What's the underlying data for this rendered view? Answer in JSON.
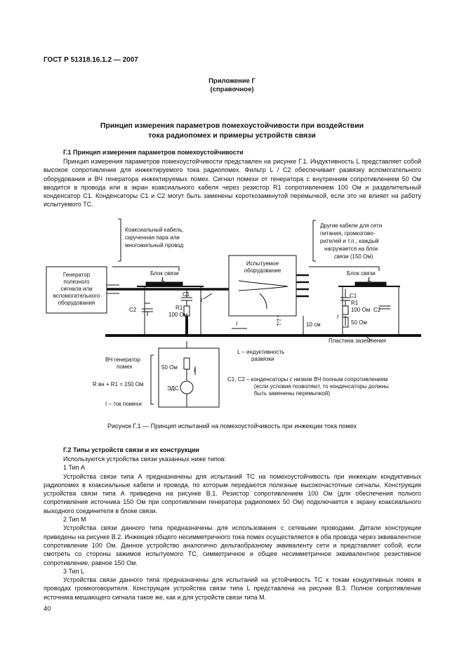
{
  "header": "ГОСТ Р 51318.16.1.2 — 2007",
  "appendix": {
    "title": "Приложение Г",
    "subtitle": "(справочное)"
  },
  "main_title": {
    "line1": "Принцип  измерения  параметров помехоустойчивости  при  воздействии",
    "line2": "тока  радиопомех  и  примеры  устройств связи"
  },
  "section1": {
    "heading": "Г.1 Принцип измерения  параметров  помехоустойчивости",
    "paragraph": "Принцип измерения  параметров  помехоустойчивости  представлен на рисунке Г.1. Индуктивность L представляет собой высокое сопротивление для инжектируемого  тока  радиопомех.  Фильтр L / C2 обеспечивает развязку вспомогательного оборудования и ВЧ генератора инжектируемых помех. Сигнал помехи от генератора с внутренним сопротивлением 50 Ом вводится в провода или в экран  коаксиального кабеля  через  резистор R1 сопротивлением   100 Ом и разделительный конденсатор С1.  Конденсаторы С1 и С2 могут быть заменены короткозамкнутой перемычкой, если это не влияет на работу испытуемого ТС."
  },
  "figure": {
    "labels": {
      "cable": [
        "Коаксиальный кабель,",
        "скрученная пара или",
        "многожильный провод"
      ],
      "other_cables": [
        "Другие кабели для сети",
        "питания, громкогово-",
        "рителей и т.п., каждый",
        "нагружается на блок",
        "связи (150 Ом)"
      ],
      "generator": [
        "Генератор",
        "полезного",
        "сигнала или",
        "вспомогательного",
        "оборудования"
      ],
      "coupling_left": "Блок связи",
      "coupling_right": "Блок связи",
      "eut": [
        "Испытуемое",
        "оборудование"
      ],
      "L": "L",
      "C1": "C1",
      "C2": "C2",
      "R1": "R1",
      "r100": "100 Ом",
      "I": "I",
      "dist": "10 см",
      "r50": "50 Ом",
      "ground": "Пластина заземления",
      "rf_gen": [
        "ВЧ генератор",
        "помех"
      ],
      "rgen_formula": "R вн + R1 = 150 Ом",
      "emf": "ЭДС",
      "i_desc": "I – ток помехи",
      "l_desc": [
        "L – индуктивность",
        "развязки"
      ],
      "c_desc": [
        "C1, C2 – конденсаторы с низким ВЧ полным сопротивлением",
        "(если условия позволяют, то конденсаторы должны",
        "быть заменены перемычкой)"
      ]
    },
    "caption": "Рисунок Г.1 —    Принцип  испытаний на помехоустойчивость при    инжекции тока  помех"
  },
  "section2": {
    "heading": "Г.2 Типы устройств  связи  и их конструкции",
    "paragraphs": [
      "Используются устройства связи  указанных ниже  типов:",
      "1 Тип  А",
      "Устройства связи типа А предназначены для испытаний ТС на помехоустойчивость при  инжекции   кондуктивных  радиопомех  в коаксиальные кабели  и провода, по которым передаются полезные  высокочастотные сигналы. Конструкция устройства связи типа А приведена на рисунке В.1. Резистор  сопротивлением 100 Ом   (для обеспечения полного сопротивления источника   150 Ом при сопротивлении генератора  радиопомех  50 Ом) подключается  к  экрану  коаксиального   выходного    соединителя в блоке связи.",
      "2  Тип  М",
      "Устройства связи данного типа предназначены для использования с сетевыми проводами.   Детали   конструкции приведены на рисунке В.2.  Инжекция общего несимметричного тока помех осуществляется в оба провода через эквивалентное сопротивление  100 Ом.  Данное устройство аналогично  дельтаобразному   эквиваленту сети  и представляет  собой,  если  смотреть  со стороны зажимов испытуемого ТС, симметричное и общее несимметричное эквивалентное  резистивное  сопротивление,  равное 150 Ом.",
      "3  Тип L",
      "Устройства связи данного типа предназначены для испытаний на устойчивость ТС к токам кондуктивных помех в проводах громкоговорителя.  Конструкция  устройства связи типа L представлена на рисунке В.3. Полное сопротивление  источника мешающего сигнала  такое же, как и для устройств связи  типа  М."
    ]
  },
  "page_number": "40"
}
